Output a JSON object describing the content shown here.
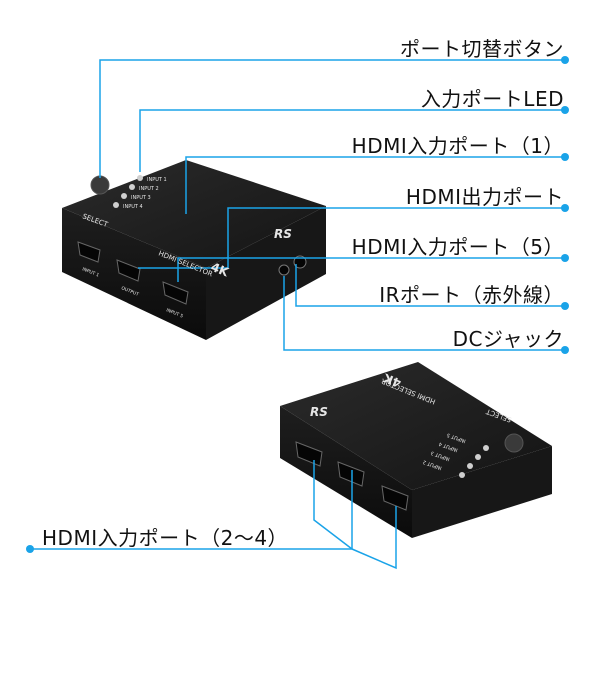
{
  "accent_color": "#1aa3e8",
  "device_color": "#1a1a1a",
  "callouts": {
    "port_switch_button": "ポート切替ボタン",
    "input_port_led": "入力ポートLED",
    "hdmi_input_1": "HDMI入力ポート（1）",
    "hdmi_output": "HDMI出力ポート",
    "hdmi_input_5": "HDMI入力ポート（5）",
    "ir_port": "IRポート（赤外線）",
    "dc_jack": "DCジャック",
    "hdmi_input_2_4": "HDMI入力ポート（2〜4）"
  },
  "device_front": {
    "select_label": "SELECT",
    "led_labels": [
      "INPUT 1",
      "INPUT 2",
      "INPUT 3",
      "INPUT 4"
    ],
    "product_label": "HDMI SELECTOR",
    "badge": "4K",
    "brand": "RS",
    "port_labels": [
      "INPUT 1",
      "OUTPUT",
      "INPUT 5"
    ]
  },
  "device_back": {
    "select_label": "SELECT",
    "product_label": "HDMI SELECTOR",
    "badge": "4K",
    "brand": "RS",
    "led_labels": [
      "INPUT 5",
      "INPUT 4",
      "INPUT 3",
      "INPUT 2"
    ]
  }
}
